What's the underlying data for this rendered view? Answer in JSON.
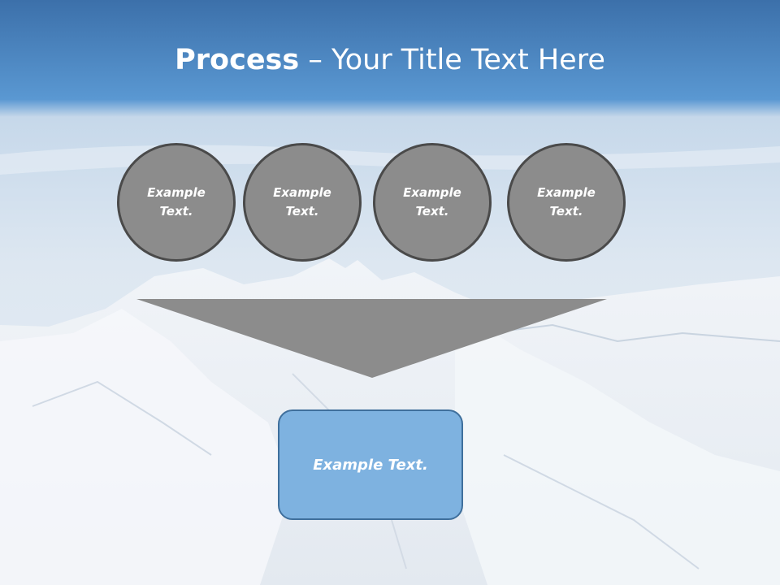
{
  "slide": {
    "title_bold": "Process",
    "title_rest": " – Your Title Text Here"
  },
  "process": {
    "steps": [
      {
        "label": "Example Text."
      },
      {
        "label": "Example Text."
      },
      {
        "label": "Example Text."
      },
      {
        "label": "Example Text."
      }
    ],
    "result": {
      "label": "Example Text."
    }
  },
  "colors": {
    "header_blue": "#3f7dbb",
    "circle_fill": "#8c8c8c",
    "circle_border": "#4a4a4a",
    "funnel_fill": "#8c8c8c",
    "result_fill": "#7eb2e0",
    "result_border": "#3f6f9c"
  }
}
